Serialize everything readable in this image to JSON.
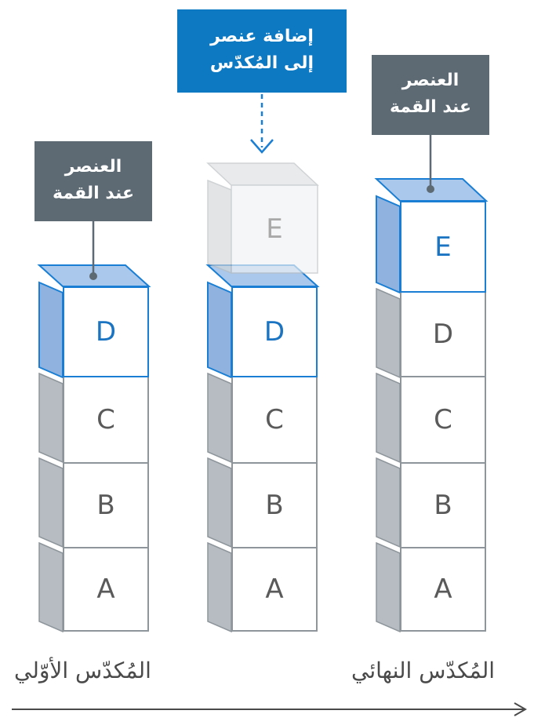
{
  "labels": {
    "top_left": [
      "العنصر",
      "عند القمة"
    ],
    "add_item": [
      "إضافة عنصر",
      "إلى المُكدّس"
    ],
    "top_right": [
      "العنصر",
      "عند القمة"
    ]
  },
  "stacks": [
    {
      "id": "initial",
      "items": [
        "A",
        "B",
        "C",
        "D"
      ],
      "top": "D"
    },
    {
      "id": "pushing",
      "items": [
        "A",
        "B",
        "C",
        "D"
      ],
      "top": "D",
      "incoming": "E"
    },
    {
      "id": "final",
      "items": [
        "A",
        "B",
        "C",
        "D",
        "E"
      ],
      "top": "E"
    }
  ],
  "captions": {
    "initial": "المُكدّس الأوّلي",
    "final": "المُكدّس النهائي"
  },
  "colors": {
    "top_face_blue": "#a9c8ec",
    "top_side_blue": "#8fb3de",
    "blue_border": "#1a7fd4",
    "gray_side": "#b6bcc1",
    "gray_border": "#8e969c",
    "label_gray": "#5d6a73",
    "label_blue": "#0e79c3"
  }
}
